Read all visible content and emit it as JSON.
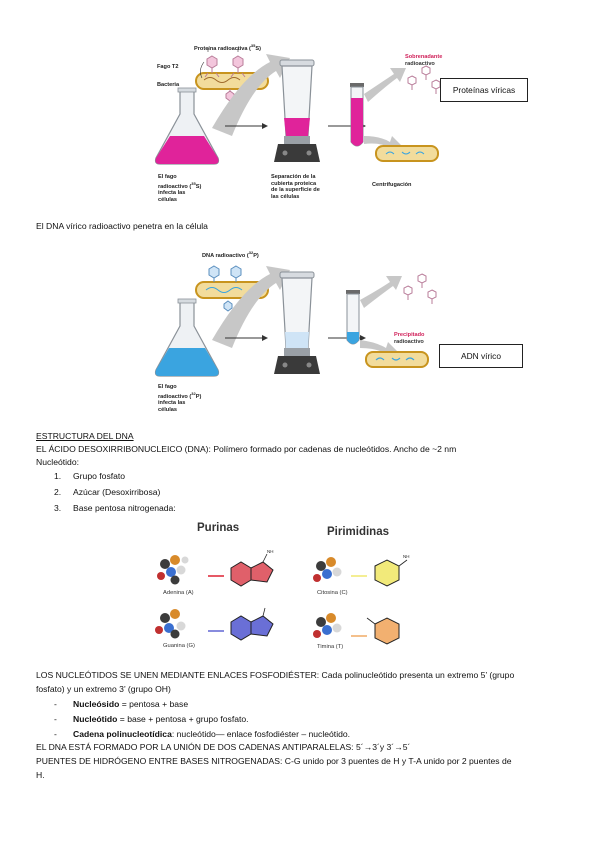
{
  "figure1": {
    "label_protein": "Proteína radioactiva (",
    "isotope_protein": "35",
    "isotope_protein_el": "S)",
    "label_phage": "Fago T2",
    "label_bacteria": "Bacteria",
    "label_supernatant": [
      "Sobrenadante",
      "radioactivo"
    ],
    "caption_flask": [
      "El fago",
      "radioactivo (",
      "infecta las",
      "células"
    ],
    "caption_flask_iso": "35",
    "caption_flask_el": "S)",
    "caption_blender": [
      "Separación de la",
      "cubierta proteica",
      "de la superficie de",
      "las células"
    ],
    "caption_centrifuge": "Centrifugación",
    "callout": "Proteínas víricas",
    "colors": {
      "liquid": "#e0239a",
      "bacteria": "#f2dc9c",
      "arrow": "#bfbfbf"
    }
  },
  "line_dna_enters": "El DNA vírico radioactivo penetra en la célula",
  "figure2": {
    "label_dna": "DNA radioactivo (",
    "isotope_dna": "32",
    "isotope_dna_el": "P)",
    "label_precipitate": [
      "Precipitado",
      "radioactivo"
    ],
    "caption_flask": [
      "El fago",
      "radioactivo (",
      "infecta las",
      "células"
    ],
    "caption_flask_iso": "32",
    "caption_flask_el": "P)",
    "callout": "ADN vírico",
    "colors": {
      "liquid": "#3aa4e0"
    }
  },
  "structure": {
    "heading": "ESTRUCTURA DEL DNA",
    "definition": "EL ÁCIDO DESOXIRRIBONUCLEICO (DNA): Polímero formado por cadenas de nucleótidos. Ancho de ~2 nm",
    "nucleotide_label": "Nucleótido:",
    "parts": [
      {
        "num": "1.",
        "text": "Grupo fosfato"
      },
      {
        "num": "2.",
        "text": "Azúcar (Desoxirribosa)"
      },
      {
        "num": "3.",
        "text": "Base pentosa nitrogenada:"
      }
    ]
  },
  "bases_figure": {
    "purines_title": "Purinas",
    "pyrimidines_title": "Pirimidinas",
    "adenine": "Adenina (A)",
    "guanine": "Guanina (G)",
    "cytosine": "Citosina (C)",
    "thymine": "Timina (T)",
    "colors": {
      "adenine": "#e0606a",
      "guanine": "#6a6fd6",
      "cytosine": "#f2ea7a",
      "thymine": "#f2b070"
    }
  },
  "linkage": {
    "line1": "LOS NUCLEÓTIDOS SE UNEN MEDIANTE ENLACES FOSFODIÉSTER: Cada polinucleótido presenta un extremo 5’ (grupo",
    "line2": "fosfato) y un extremo 3’ (grupo OH)",
    "bullets": [
      {
        "term": "Nucleósido",
        "rest": " = pentosa + base"
      },
      {
        "term": "Nucleótido",
        "rest": " = base + pentosa + grupo fosfato."
      },
      {
        "term": "Cadena polinucleotídica",
        "rest": ": nucleótido— enlace fosfodiéster – nucleótido."
      }
    ]
  },
  "closing": {
    "antiparallel": "EL DNA ESTÁ FORMADO POR LA UNIÓN DE DOS CADENAS ANTIPARALELAS: 5´→3´y 3´→5´",
    "hbonds_line1": "PUENTES DE HIDRÓGENO ENTRE BASES NITROGENADAS: C-G unido por 3 puentes de H y T-A unido por 2 puentes de",
    "hbonds_line2": "H."
  }
}
